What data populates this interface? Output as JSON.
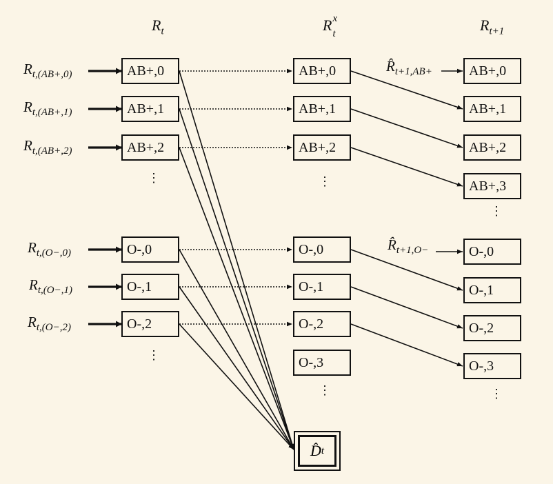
{
  "headers": {
    "col1": {
      "base": "R",
      "sub": "t",
      "sup": ""
    },
    "col2": {
      "base": "R",
      "sub": "t",
      "sup": "x"
    },
    "col3": {
      "base": "R",
      "sub": "t+1",
      "sup": ""
    }
  },
  "inputs": [
    {
      "base": "R",
      "sub": "t,(AB+,0)"
    },
    {
      "base": "R",
      "sub": "t,(AB+,1)"
    },
    {
      "base": "R",
      "sub": "t,(AB+,2)"
    },
    {
      "base": "R",
      "sub": "t,(O−,0)"
    },
    {
      "base": "R",
      "sub": "t,(O−,1)"
    },
    {
      "base": "R",
      "sub": "t,(O−,2)"
    }
  ],
  "col1_nodes": [
    "AB+,0",
    "AB+,1",
    "AB+,2",
    "O-,0",
    "O-,1",
    "O-,2"
  ],
  "col2_nodes": [
    "AB+,0",
    "AB+,1",
    "AB+,2",
    "O-,0",
    "O-,1",
    "O-,2",
    "O-,3"
  ],
  "col3_nodes": [
    "AB+,0",
    "AB+,1",
    "AB+,2",
    "AB+,3",
    "O-,0",
    "O-,1",
    "O-,2",
    "O-,3"
  ],
  "exogenous": [
    {
      "base": "R̂",
      "sub": "t+1,AB+"
    },
    {
      "base": "R̂",
      "sub": "t+1,O−"
    }
  ],
  "sink": {
    "base": "D̂",
    "sub": "t"
  },
  "ellipsis": "⋮"
}
